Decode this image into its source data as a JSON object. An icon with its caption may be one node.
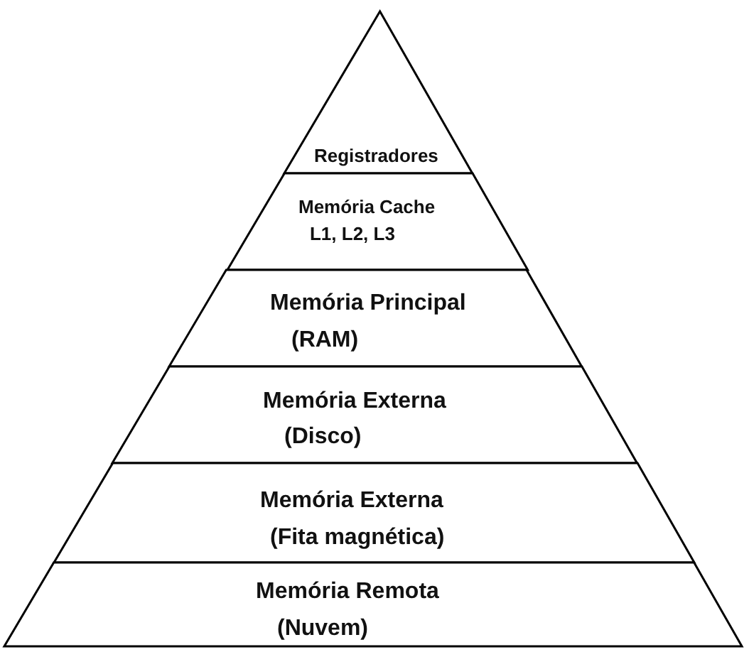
{
  "diagram": {
    "nodes": [
      {
        "text": [
          "Registradores"
        ]
      },
      {
        "text": [
          "Memória Cache",
          "L1, L2, L3"
        ]
      },
      {
        "text": [
          "Memória Principal",
          "(RAM)"
        ]
      },
      {
        "text": [
          "Memória Externa",
          "(Disco)"
        ]
      },
      {
        "text": [
          "Memória Externa",
          "(Fita magnética)"
        ]
      },
      {
        "text": [
          "Memória Remota",
          "(Nuvem)"
        ]
      }
    ]
  }
}
